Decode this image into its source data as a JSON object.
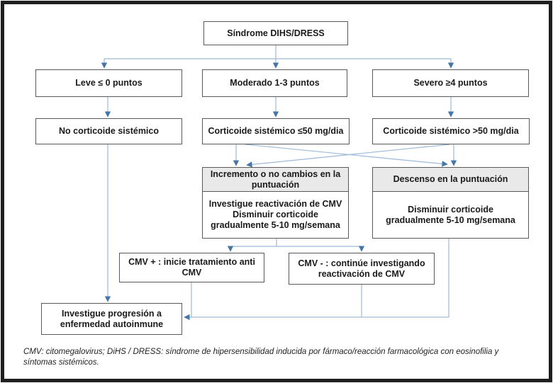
{
  "colors": {
    "arrow_line": "#9db9d8",
    "arrow_head": "#4576a8",
    "box_border": "#595959",
    "header_fill": "#e9e9e9",
    "frame_border": "#1f1f1f",
    "text": "#1a1a1a"
  },
  "nodes": {
    "sindrome": "Síndrome DIHS/DRESS",
    "leve": "Leve ≤ 0 puntos",
    "moderado": "Moderado 1-3 puntos",
    "severo": "Severo ≥4 puntos",
    "no_corticoide": "No corticoide sistémico",
    "corticoide_leq50": "Corticoide sistémico ≤50 mg/dia",
    "corticoide_gt50": "Corticoide sistémico >50 mg/dia",
    "incremento_header": "Incremento o no cambios en la puntuación",
    "incremento_body": "Investigue reactivación de CMV\nDisminuir corticoide\ngradualmente 5-10 mg/semana",
    "descenso_header": "Descenso en la puntuación",
    "descenso_body": "Disminuir corticoide\ngradualmente 5-10 mg/semana",
    "cmv_pos": "CMV + : inicie tratamiento anti\nCMV",
    "cmv_neg": "CMV - : continúe investigando\nreactivación de CMV",
    "progresion": "Investigue progresión a\nenfermedad autoinmune"
  },
  "footnote": "CMV: citomegalovirus; DiHS / DRESS: síndrome de hipersensibilidad inducida por fármaco/reacción farmacológica con eosinofilia y síntomas sistémicos."
}
